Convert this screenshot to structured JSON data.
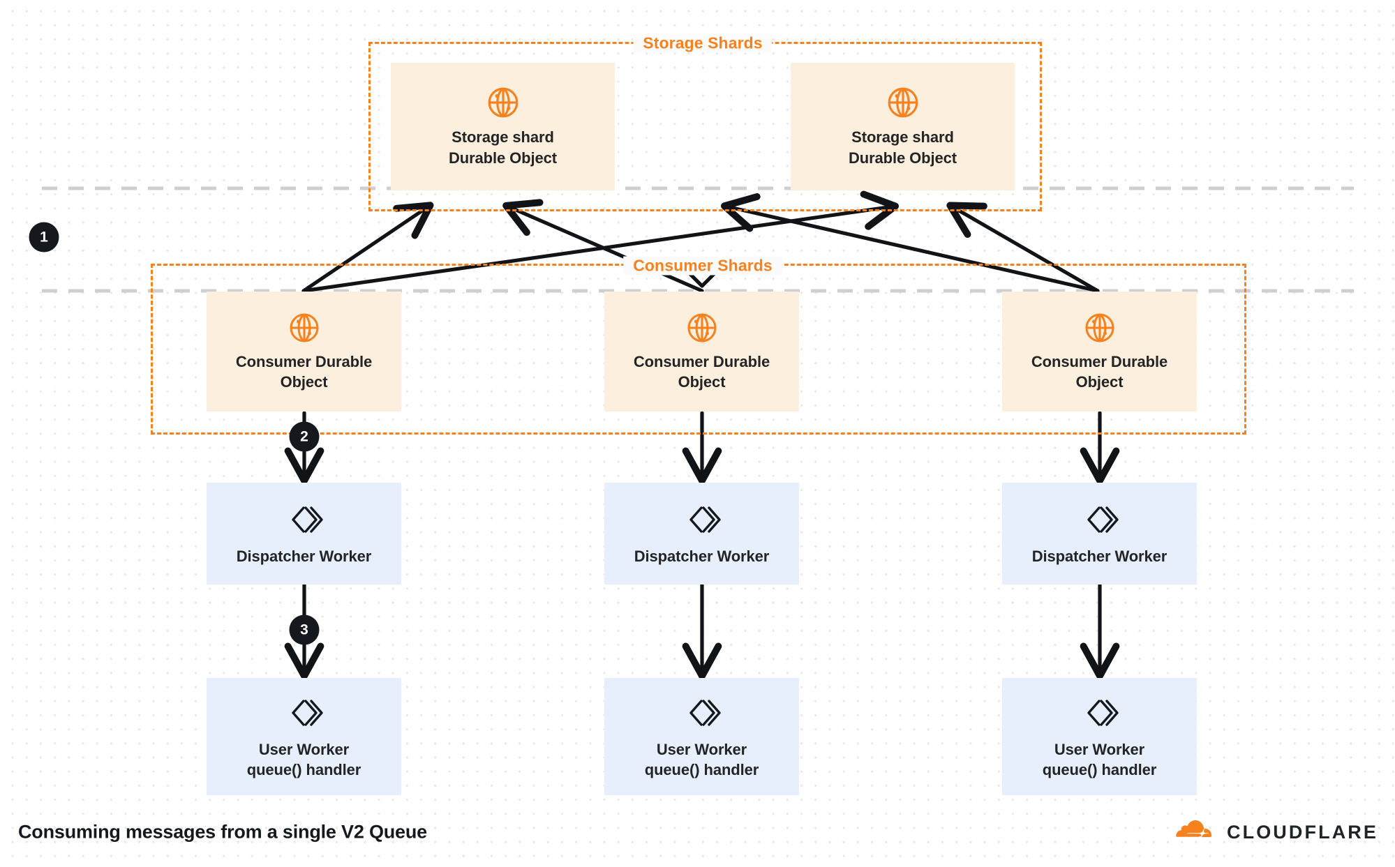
{
  "diagram": {
    "title": "Consuming messages from a single V2 Queue",
    "brand": {
      "name": "CLOUDFLARE",
      "logo_icon": "cloudflare-cloud-icon",
      "color": "#f6821f"
    }
  },
  "colors": {
    "accent_orange": "#f6821f",
    "durable_object_fill": "#fdefdd",
    "worker_fill": "#e7eefc",
    "badge_fill": "#15181c",
    "text_dark": "#232426",
    "grid_dot": "#e9e9e9",
    "boundary_dash": "#c9cbcd"
  },
  "groups": [
    {
      "id": "storage-shards",
      "label": "Storage Shards"
    },
    {
      "id": "consumer-shards",
      "label": "Consumer Shards"
    }
  ],
  "storage_shards": [
    {
      "icon": "globe-icon",
      "caption": "Storage shard\nDurable Object"
    },
    {
      "icon": "globe-icon",
      "caption": "Storage shard\nDurable Object"
    }
  ],
  "consumer_shards": [
    {
      "icon": "globe-icon",
      "caption": "Consumer Durable\nObject"
    },
    {
      "icon": "globe-icon",
      "caption": "Consumer Durable\nObject"
    },
    {
      "icon": "globe-icon",
      "caption": "Consumer Durable\nObject"
    }
  ],
  "dispatcher_workers": [
    {
      "icon": "workers-icon",
      "caption": "Dispatcher Worker"
    },
    {
      "icon": "workers-icon",
      "caption": "Dispatcher Worker"
    },
    {
      "icon": "workers-icon",
      "caption": "Dispatcher Worker"
    }
  ],
  "user_workers": [
    {
      "icon": "workers-icon",
      "caption": "User Worker\nqueue() handler"
    },
    {
      "icon": "workers-icon",
      "caption": "User Worker\nqueue() handler"
    },
    {
      "icon": "workers-icon",
      "caption": "User Worker\nqueue() handler"
    }
  ],
  "steps": [
    {
      "number": "1",
      "meaning": "consumer-durable-objects-read-from-storage-shards"
    },
    {
      "number": "2",
      "meaning": "consumer-durable-object-invokes-dispatcher-worker"
    },
    {
      "number": "3",
      "meaning": "dispatcher-worker-invokes-user-worker-queue-handler"
    }
  ]
}
